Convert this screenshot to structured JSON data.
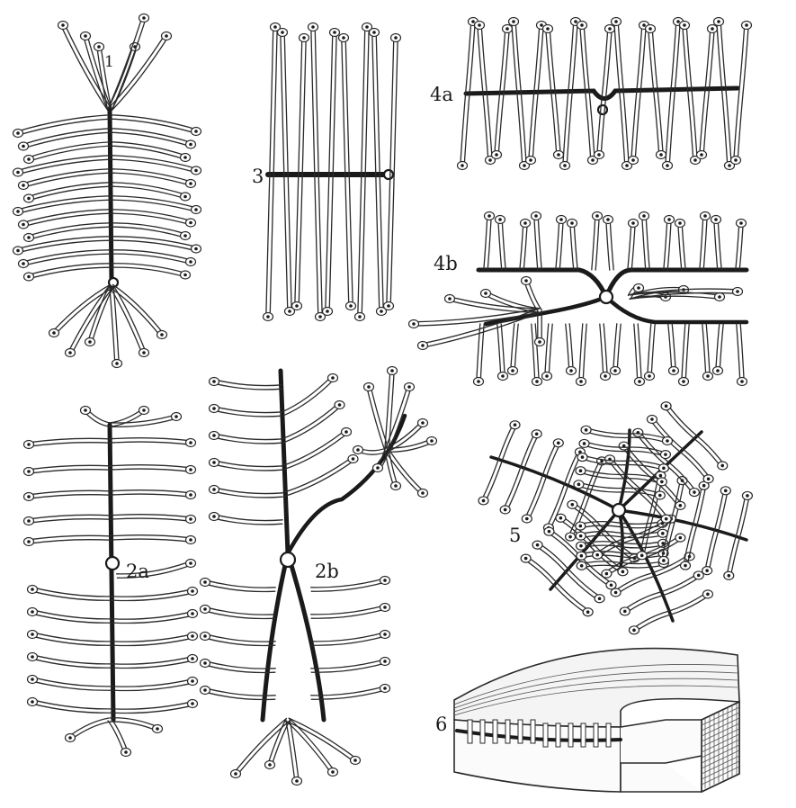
{
  "figure": {
    "labels": {
      "fig1": "1",
      "fig2a": "2a",
      "fig2b": "2b",
      "fig3": "3",
      "fig4a": "4a",
      "fig4b": "4b",
      "fig5": "5",
      "fig6": "6"
    },
    "colors": {
      "ink": "#1a1a1a",
      "paper": "#ffffff"
    }
  }
}
